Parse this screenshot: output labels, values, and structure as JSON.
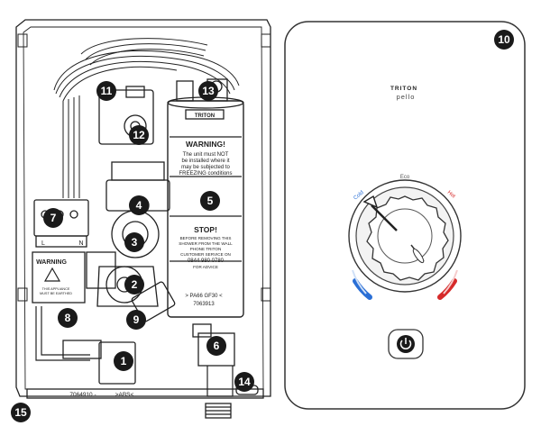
{
  "callouts": [
    "1",
    "2",
    "3",
    "4",
    "5",
    "6",
    "7",
    "8",
    "9",
    "10",
    "11",
    "12",
    "13",
    "14",
    "15"
  ],
  "internal_unit": {
    "warning_title": "WARNING!",
    "warning_lines": [
      "The unit must NOT",
      "be installed where it",
      "may be subjected to",
      "FREEZING conditions"
    ],
    "stop_title": "STOP!",
    "stop_lines": [
      "BEFORE REMOVING THIS",
      "SHOWER FROM THE WALL",
      "PHONE TRITON",
      "CUSTOMER SERVICE ON",
      "0844 980 0780",
      "FOR ADVICE"
    ],
    "tank_brand": "TRITON",
    "tank_code_1": "> PA66 GF30 <",
    "tank_code_2": "7063913",
    "terminal_labels": [
      "L",
      "N"
    ],
    "earth_warning_title": "WARNING",
    "earth_warning_lines": [
      "THIS APPLIANCE",
      "MUST BE EARTHED"
    ],
    "base_code": "7064910 -",
    "base_material": ">ABS<"
  },
  "cover": {
    "brand": "TRITON",
    "model": "pello",
    "dial_labels": {
      "cold": "Cold",
      "eco": "Eco",
      "hot": "Hot"
    },
    "power_button": "power-icon"
  },
  "colors": {
    "cold": "#2a6fd6",
    "hot": "#d62a2a",
    "callout": "#1a1a1a"
  }
}
